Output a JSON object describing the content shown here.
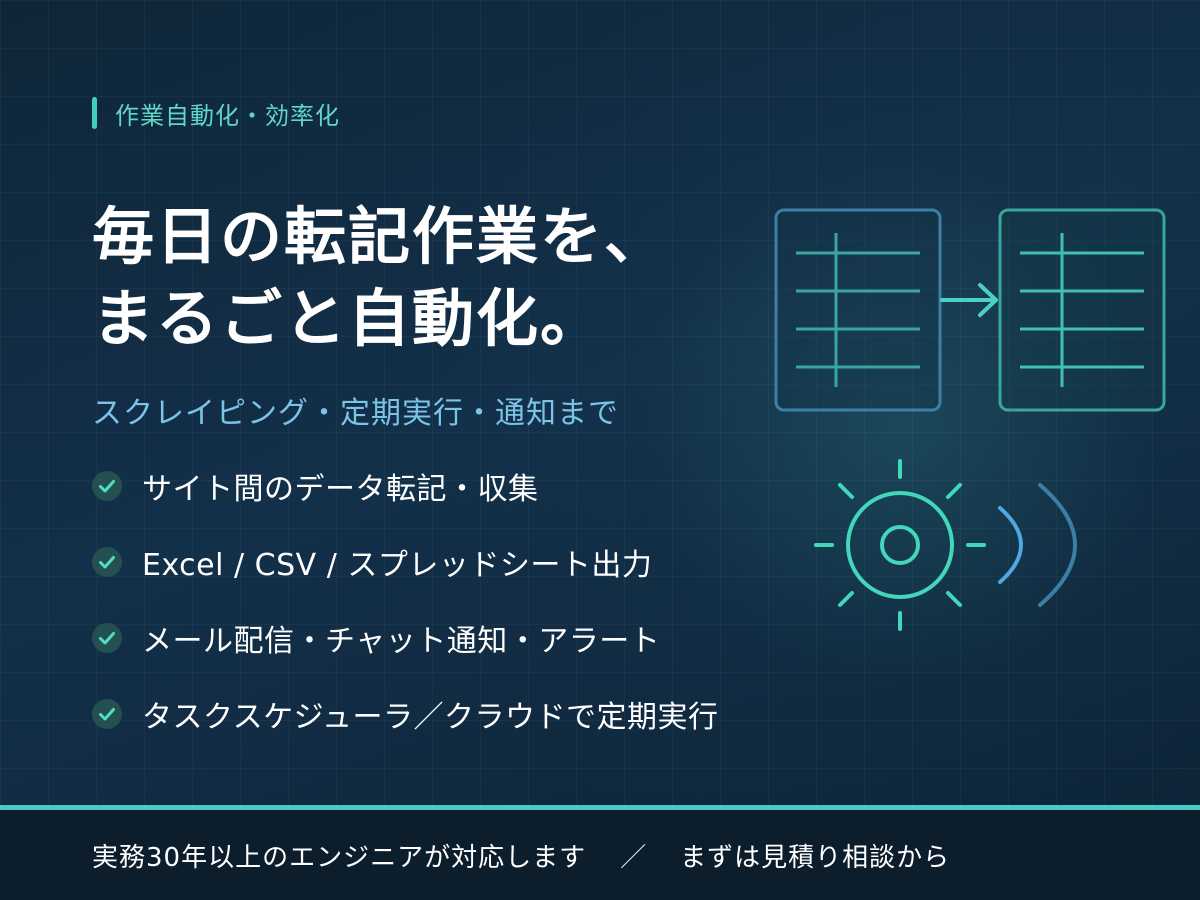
{
  "tag": {
    "label": "作業自動化・効率化"
  },
  "headline": {
    "line1": "毎日の転記作業を、",
    "line2": "まるごと自動化。"
  },
  "subhead": "スクレイピング・定期実行・通知まで",
  "features": [
    "サイト間のデータ転記・収集",
    "Excel / CSV / スプレッドシート出力",
    "メール配信・チャット通知・アラート",
    "タスクスケジューラ／クラウドで定期実行"
  ],
  "footer": {
    "left": "実務30年以上のエンジニアが対応します",
    "separator": "／",
    "right": "まずは見積り相談から"
  },
  "icons": {
    "check": "check-circle-icon",
    "sheet": "spreadsheet-icon",
    "arrow": "arrow-right-icon",
    "gear": "sun-gear-icon",
    "signal": "signal-waves-icon"
  },
  "colors": {
    "accent": "#3fd0c0",
    "subhead": "#7cc3e8",
    "background": "#13304a",
    "footer": "#0c1d2c"
  }
}
